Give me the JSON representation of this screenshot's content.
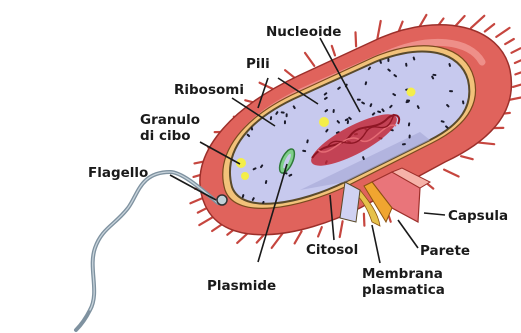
{
  "labels": {
    "nucleoide": "Nucleoide",
    "pili": "Pili",
    "ribosomi": "Ribosomi",
    "granulo_line1": "Granulo",
    "granulo_line2": "di cibo",
    "flagello": "Flagello",
    "plasmide": "Plasmide",
    "citosol": "Citosol",
    "membrana_line1": "Membrana",
    "membrana_line2": "plasmatica",
    "parete": "Parete",
    "capsula": "Capsula"
  },
  "colors": {
    "capsule": "#e0635c",
    "capsule_inner": "#f4a39c",
    "pili": "#c6463f",
    "wall": "#e8a94a",
    "membrane_orange": "#f0a530",
    "cytosol": "#c7c9ee",
    "cytosol_dark": "#a9abd8",
    "dna": "#c22a3a",
    "plasmid": "#7fcf8a",
    "granule": "#f4ee4a",
    "flagellum": "#7f92a0"
  }
}
